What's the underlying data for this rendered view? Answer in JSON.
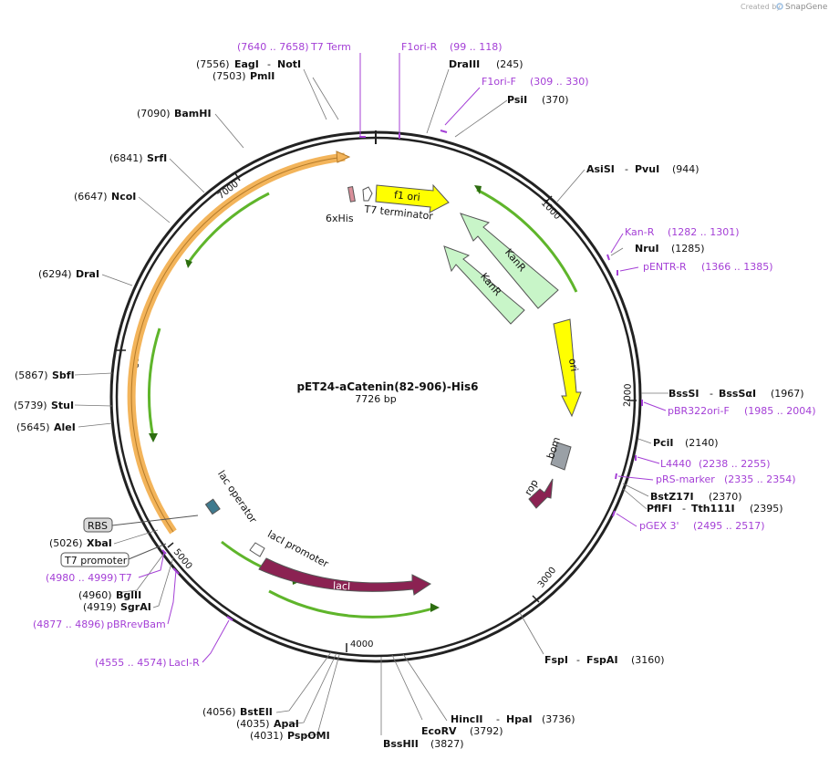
{
  "branding": {
    "created_by": "Created by",
    "app": "SnapGene"
  },
  "title": "pET24-aCatenin(82-906)-His6",
  "length_label": "7726 bp",
  "ticks": [
    "1000",
    "2000",
    "3000",
    "4000",
    "5000",
    "6000",
    "7000"
  ],
  "features": {
    "f1ori": "f1 ori",
    "kanr_1": "KanR",
    "kanr_2": "KanR",
    "ori": "ori",
    "bom": "bom",
    "rop": "rop",
    "laci": "lacI",
    "laci_promoter": "lacI promoter",
    "lac_operator": "lac operator",
    "his_tag": "6xHis",
    "t7_terminator": "T7 terminator",
    "rbs": "RBS",
    "t7_promoter": "T7 promoter"
  },
  "sites": [
    {
      "pos": "(7556)",
      "name": "EagI",
      "name2": "NotI"
    },
    {
      "pos": "(7503)",
      "name": "PmlI"
    },
    {
      "pos": "(7090)",
      "name": "BamHI"
    },
    {
      "pos": "(6841)",
      "name": "SrfI"
    },
    {
      "pos": "(6647)",
      "name": "NcoI"
    },
    {
      "pos": "(6294)",
      "name": "DraI"
    },
    {
      "pos": "(5867)",
      "name": "SbfI"
    },
    {
      "pos": "(5739)",
      "name": "StuI"
    },
    {
      "pos": "(5645)",
      "name": "AleI"
    },
    {
      "pos": "(5026)",
      "name": "XbaI"
    },
    {
      "pos": "(4960)",
      "name": "BglII"
    },
    {
      "pos": "(4919)",
      "name": "SgrAI"
    },
    {
      "pos": "(4056)",
      "name": "BstEII"
    },
    {
      "pos": "(4035)",
      "name": "ApaI"
    },
    {
      "pos": "(4031)",
      "name": "PspOMI"
    },
    {
      "pos": "(3827)",
      "name": "BssHII"
    },
    {
      "pos": "(3792)",
      "name": "EcoRV"
    },
    {
      "pos": "(3736)",
      "name": "HincII",
      "name2": "HpaI"
    },
    {
      "pos": "(3160)",
      "name": "FspI",
      "name2": "FspAI"
    },
    {
      "pos": "(2395)",
      "name": "PflFI",
      "name2": "Tth111I"
    },
    {
      "pos": "(2370)",
      "name": "BstZ17I"
    },
    {
      "pos": "(2140)",
      "name": "PciI"
    },
    {
      "pos": "(1967)",
      "name": "BssSI",
      "name2": "BssSαI"
    },
    {
      "pos": "(1285)",
      "name": "NruI"
    },
    {
      "pos": "(944)",
      "name": "AsiSI",
      "name2": "PvuI"
    },
    {
      "pos": "(370)",
      "name": "PsiI"
    },
    {
      "pos": "(245)",
      "name": "DraIII"
    }
  ],
  "primers": [
    {
      "name": "T7 Term",
      "range": "(7640 .. 7658)"
    },
    {
      "name": "F1ori-R",
      "range": "(99 .. 118)"
    },
    {
      "name": "F1ori-F",
      "range": "(309 .. 330)"
    },
    {
      "name": "Kan-R",
      "range": "(1282 .. 1301)"
    },
    {
      "name": "pENTR-R",
      "range": "(1366 .. 1385)"
    },
    {
      "name": "pBR322ori-F",
      "range": "(1985 .. 2004)"
    },
    {
      "name": "L4440",
      "range": "(2238 .. 2255)"
    },
    {
      "name": "pRS-marker",
      "range": "(2335 .. 2354)"
    },
    {
      "name": "pGEX 3'",
      "range": "(2495 .. 2517)"
    },
    {
      "name": "T7",
      "range": "(4980 .. 4999)"
    },
    {
      "name": "pBRrevBam",
      "range": "(4877 .. 4896)"
    },
    {
      "name": "LacI-R",
      "range": "(4555 .. 4574)"
    }
  ],
  "colors": {
    "backbone": "#222222",
    "orange": "#f3b45a",
    "green": "#5fb52b",
    "yellow": "#ffff00",
    "kanr": "#c8f5c8",
    "laci": "#8b2252",
    "primer": "#a43fd6",
    "gray": "#9aa0a6"
  }
}
